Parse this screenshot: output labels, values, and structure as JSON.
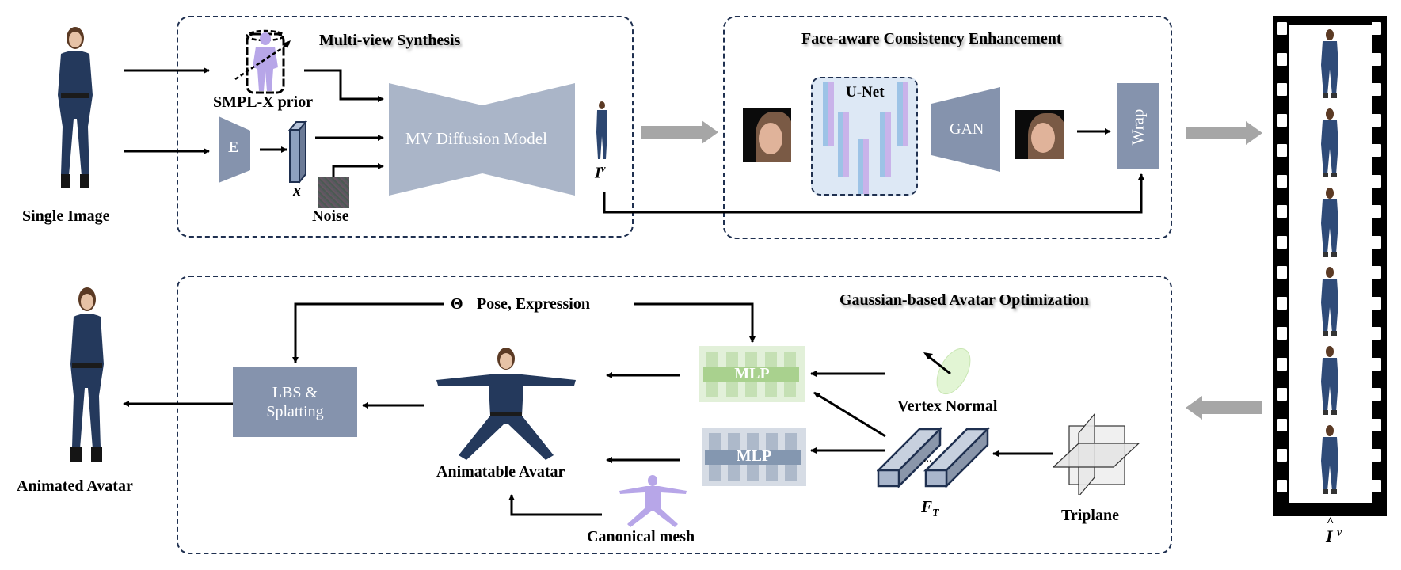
{
  "diagram": {
    "input": {
      "label": "Single Image"
    },
    "output": {
      "label": "Animated Avatar",
      "film_label_base": "I",
      "film_label_sup": "v",
      "film_label_hat": "^"
    },
    "multiview": {
      "title": "Multi-view Synthesis",
      "smplx_label": "SMPL-X prior",
      "encoder_label": "E",
      "latent_label": "x",
      "noise_label": "Noise",
      "diffusion_label": "MV Diffusion Model",
      "output_label_base": "I",
      "output_label_sup": "v"
    },
    "face": {
      "title": "Face-aware Consistency Enhancement",
      "unet_label": "U-Net",
      "gan_label": "GAN",
      "wrap_label": "Wrap"
    },
    "gaussian": {
      "title": "Gaussian-based Avatar Optimization",
      "theta_symbol": "Θ",
      "theta_label": "Pose, Expression",
      "lbs_label_line1": "LBS &",
      "lbs_label_line2": "Splatting",
      "animatable_label": "Animatable Avatar",
      "canonical_label": "Canonical mesh",
      "mlp_top_label": "MLP",
      "mlp_bottom_label": "MLP",
      "vertex_normal_label": "Vertex Normal",
      "feature_label_base": "F",
      "feature_label_sub": "T",
      "feature_ellipsis": "...",
      "triplane_label": "Triplane"
    },
    "film_frames": 6,
    "colors": {
      "box_border": "#1f3050",
      "steel_block": "#8593ad",
      "diffusion_block": "#aab5c8",
      "unet_bg": "#dde8f5",
      "unet_blue": "#9dc3e6",
      "unet_purple": "#c9b3ea",
      "mlp_green_bg": "#e2f0d9",
      "mlp_green_bar": "#a9d18e",
      "mlp_blue_bg": "#d6dce5",
      "mlp_blue_bar": "#8497b0",
      "gray_arrow": "#a6a6a6",
      "mesh_purple": "#b7a6e8"
    }
  }
}
